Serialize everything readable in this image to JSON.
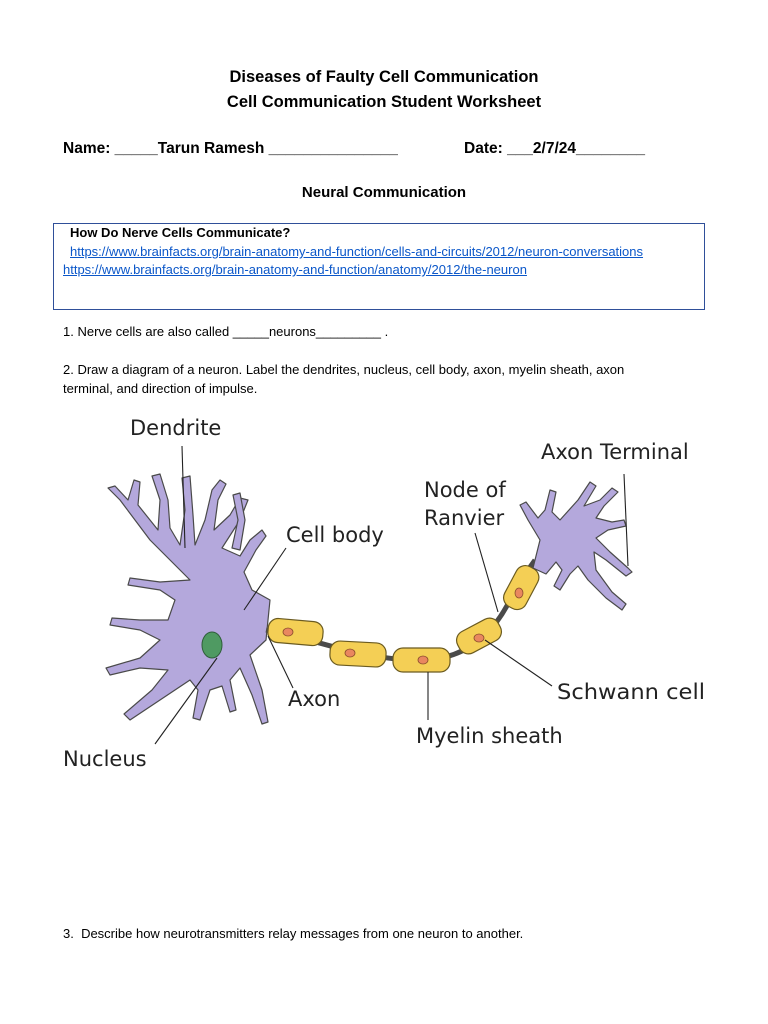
{
  "header": {
    "title_line1": "Diseases of Faulty Cell Communication",
    "title_line2": "Cell Communication Student Worksheet"
  },
  "fields": {
    "name": "Name: _____Tarun Ramesh _______________",
    "date": "Date: ___2/7/24________"
  },
  "section_title": "Neural Communication",
  "resource_box": {
    "heading": "How Do Nerve Cells Communicate?",
    "links": [
      "https://www.brainfacts.org/brain-anatomy-and-function/cells-and-circuits/2012/neuron-conversations",
      "https://www.brainfacts.org/brain-anatomy-and-function/anatomy/2012/the-neuron"
    ]
  },
  "questions": {
    "q1": "1. Nerve cells are also called _____neurons_________ .",
    "q2_line1": "2. Draw a diagram of a neuron. Label the dendrites, nucleus, cell body, axon, myelin sheath, axon",
    "q2_line2": "terminal, and direction of impulse.",
    "q3": "3.  Describe how neurotransmitters relay messages from one neuron to another."
  },
  "diagram": {
    "labels": {
      "dendrite": "Dendrite",
      "cell_body": "Cell body",
      "node_line1": "Node of",
      "node_line2": "Ranvier",
      "axon_terminal": "Axon Terminal",
      "axon": "Axon",
      "schwann": "Schwann cell",
      "myelin": "Myelin sheath",
      "nucleus": "Nucleus"
    },
    "colors": {
      "cell": "#b4a8dc",
      "cell_outline": "#4a4a4a",
      "nucleus": "#4f9a62",
      "myelin": "#f4cf55",
      "myelin_outline": "#6b5b20",
      "schwann_nucleus": "#e9875f"
    }
  }
}
